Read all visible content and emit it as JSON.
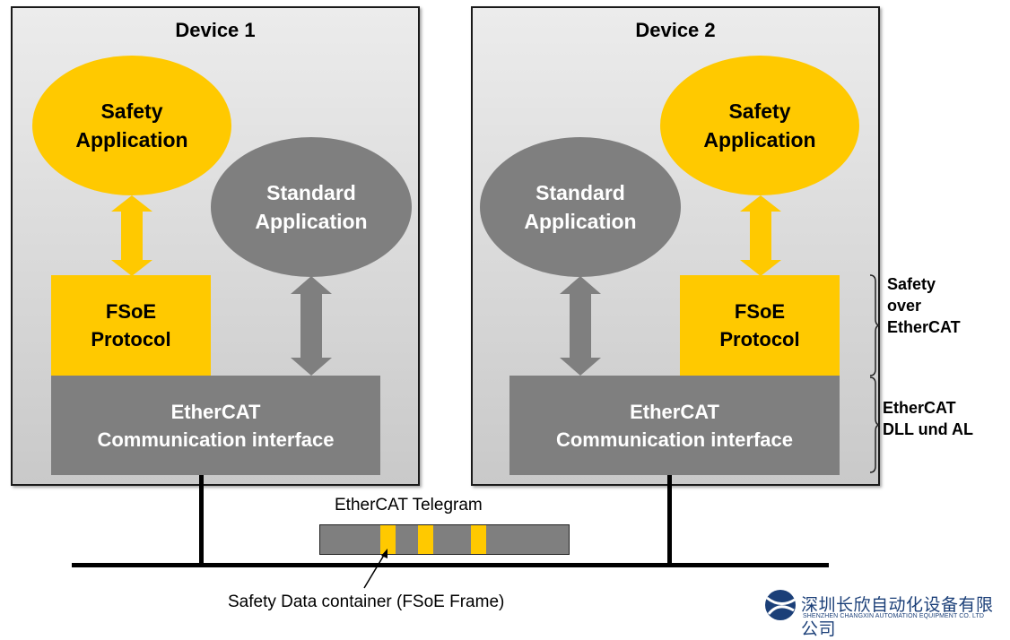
{
  "devices": [
    {
      "title": "Device 1",
      "safety_app": {
        "line1": "Safety",
        "line2": "Application"
      },
      "standard_app": {
        "line1": "Standard",
        "line2": "Application"
      },
      "fsoe": {
        "line1": "FSoE",
        "line2": "Protocol"
      },
      "ethercat": {
        "line1": "EtherCAT",
        "line2": "Communication interface"
      }
    },
    {
      "title": "Device 2",
      "safety_app": {
        "line1": "Safety",
        "line2": "Application"
      },
      "standard_app": {
        "line1": "Standard",
        "line2": "Application"
      },
      "fsoe": {
        "line1": "FSoE",
        "line2": "Protocol"
      },
      "ethercat": {
        "line1": "EtherCAT",
        "line2": "Communication interface"
      }
    }
  ],
  "layers": [
    {
      "line1": "Safety",
      "line2": "over",
      "line3": "EtherCAT"
    },
    {
      "line1": "EtherCAT",
      "line2": "DLL und AL"
    }
  ],
  "telegram": {
    "title": "EtherCAT Telegram",
    "segments": 3,
    "caption": "Safety Data container (FSoE Frame)"
  },
  "watermark": {
    "name_cn": "深圳长欣自动化设备有限公司",
    "name_en": "SHENZHEN CHANGXIN AUTOMATION EQUIPMENT CO. LTD"
  },
  "colors": {
    "safety": "#ffc900",
    "standard": "#7f7f7f",
    "wire": "#000000",
    "logo": "#1b3f78"
  }
}
